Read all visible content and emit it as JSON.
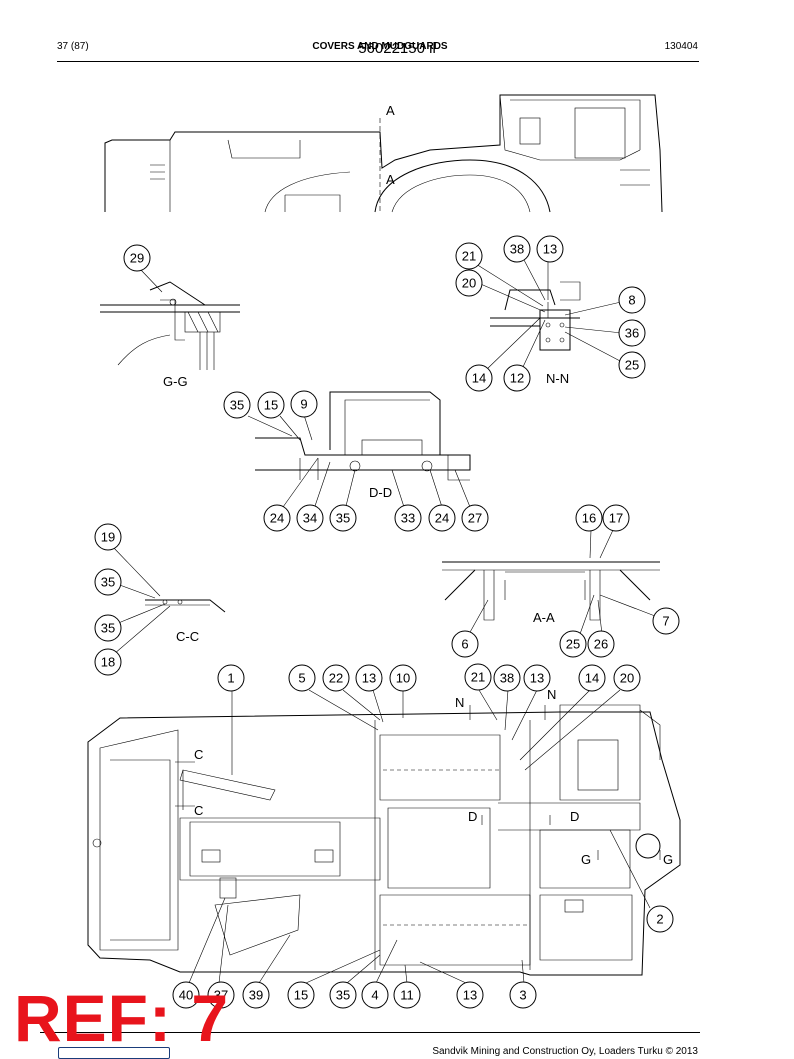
{
  "header": {
    "document_number": "56022150 il",
    "page": "37 (87)",
    "section_title": "COVERS AND MUDGUARDS",
    "code": "130404"
  },
  "footer": {
    "ref_stamp": "REF: 7",
    "copyright": "Sandvik Mining and Construction Oy, Loaders Turku © 2013"
  },
  "view_labels": [
    {
      "id": "view-g-g",
      "text": "G-G"
    },
    {
      "id": "view-n-n",
      "text": "N-N"
    },
    {
      "id": "view-d-d",
      "text": "D-D"
    },
    {
      "id": "view-c-c",
      "text": "C-C"
    },
    {
      "id": "view-a-a",
      "text": "A-A"
    }
  ],
  "section_markers": [
    "A",
    "A",
    "C",
    "C",
    "D",
    "D",
    "G",
    "G",
    "N",
    "N"
  ],
  "callouts": {
    "g_g": [
      "29"
    ],
    "n_n": [
      "38",
      "13",
      "21",
      "20",
      "8",
      "36",
      "25",
      "14",
      "12"
    ],
    "d_d": [
      "35",
      "15",
      "9",
      "24",
      "34",
      "35",
      "33",
      "24",
      "27"
    ],
    "c_c": [
      "19",
      "35",
      "35",
      "18"
    ],
    "a_a": [
      "16",
      "17",
      "7",
      "6",
      "25",
      "26"
    ],
    "main_top": [
      "1",
      "5",
      "22",
      "13",
      "10",
      "21",
      "38",
      "13",
      "14",
      "20"
    ],
    "main_bottom": [
      "40",
      "37",
      "39",
      "15",
      "35",
      "4",
      "11",
      "13",
      "3"
    ],
    "main_side": [
      "2"
    ]
  }
}
